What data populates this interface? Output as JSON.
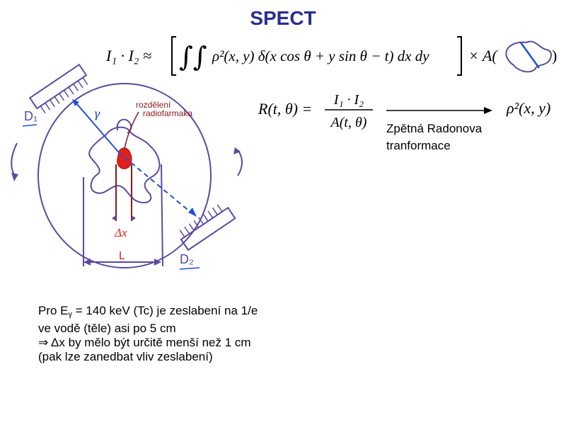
{
  "title": "SPECT",
  "formula_top": {
    "lhs": "I₁ · I₂ ≈",
    "integrand": "ρ²(x, y) δ(x cos θ + y sin θ − t) dx dy",
    "times": "× A("
  },
  "formula_r": {
    "lhs": "R(t, θ) =",
    "numerator": "I₁ · I₂",
    "denominator": "A(t, θ)"
  },
  "result": "ρ²(x, y)",
  "arrow_label": [
    "Zpětná Radonova",
    "tranformace"
  ],
  "sketch_labels": {
    "d1": "D₁",
    "d2": "D₂",
    "distribution": [
      "rozdělení",
      "radiofarmaka"
    ],
    "ray": "γ",
    "delta_x": "Δx",
    "length": "L"
  },
  "note": {
    "line1_prefix": "Pro E",
    "line1_sub": "γ",
    "line1_rest": " = 140 keV (Tc) je zeslabení na 1/e",
    "line2": "ve vodě (těle) asi po 5 cm",
    "line3": "⇒ Δx by mělo být určitě menší než 1 cm",
    "line4": "(pak lze zanedbat vliv zeslabení)"
  },
  "colors": {
    "title": "#2a2f8f",
    "sketch": "#5b4a9e",
    "ray": "#1f4fd6",
    "source": "#e0201c",
    "dark_red": "#8a1a1a"
  }
}
